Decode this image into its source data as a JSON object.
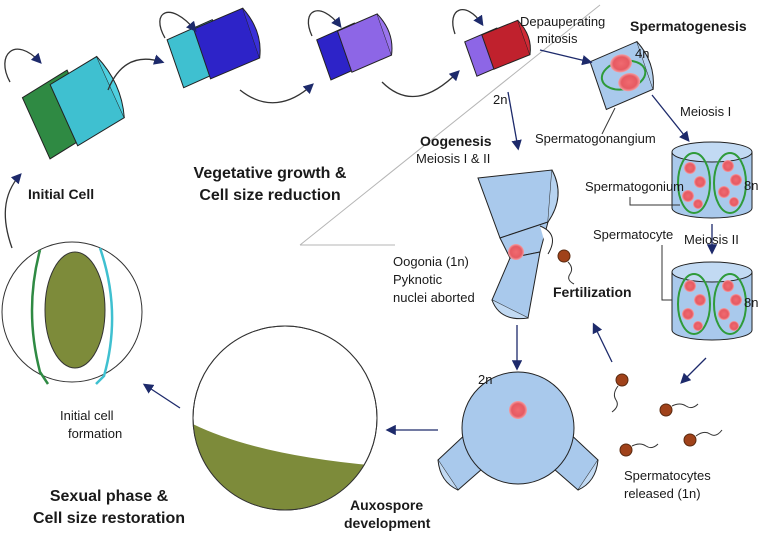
{
  "labels": {
    "initial_cell": "Initial Cell",
    "vegetative_line1": "Vegetative growth &",
    "vegetative_line2": "Cell size reduction",
    "depauperating_line1": "Depauperating",
    "depauperating_line2": "mitosis",
    "spermatogenesis": "Spermatogenesis",
    "ploidy_4n": "4n",
    "ploidy_2n_top": "2n",
    "meiosis_1": "Meiosis I",
    "spermatogonangium": "Spermatogonangium",
    "oogenesis": "Oogenesis",
    "meiosis_1_2": "Meiosis I & II",
    "spermatogonium": "Spermatogonium",
    "ploidy_8n_a": "8n",
    "spermatocyte": "Spermatocyte",
    "meiosis_2": "Meiosis II",
    "oogonia_line1": "Oogonia (1n)",
    "oogonia_line2": "Pyknotic",
    "oogonia_line3": "nuclei aborted",
    "fertilization": "Fertilization",
    "ploidy_8n_b": "8n",
    "ploidy_2n_bottom": "2n",
    "initial_formation_line1": "Initial cell",
    "initial_formation_line2": "formation",
    "released_line1": "Spermatocytes",
    "released_line2": "released (1n)",
    "sexual_line1": "Sexual phase &",
    "sexual_line2": "Cell size restoration",
    "auxospore_line1": "Auxospore",
    "auxospore_line2": "development"
  },
  "colors": {
    "green": "#2f8a43",
    "cyan": "#3fc0d0",
    "blue_dark": "#2d23c8",
    "violet": "#5e2fd6",
    "lavender": "#8d66e6",
    "crimson": "#c0212d",
    "cell_blue": "#a9c9ec",
    "nucleus": "#ea5d64",
    "olive": "#7d8b3a",
    "arrow": "#1d2a6b"
  }
}
